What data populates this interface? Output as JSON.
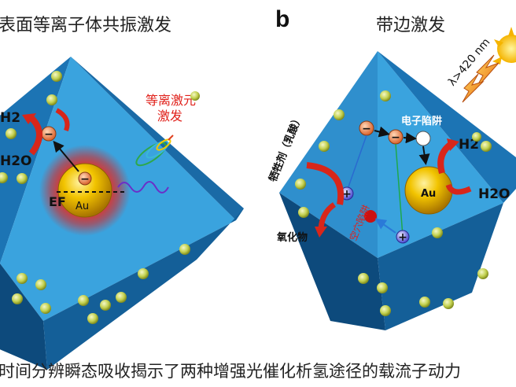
{
  "panel_a": {
    "title": "表面等离子体共振激发",
    "wave_label_line1": "等离激元",
    "wave_label_line2": "激发",
    "h2": "H2",
    "h2o": "H2O",
    "ef": "EF",
    "au": "Au",
    "electron_sign": "−"
  },
  "panel_b": {
    "letter": "b",
    "title": "带边激发",
    "wavelength": "λ>420 nm",
    "electron_trap": "电子陷阱",
    "h2": "H2",
    "h2o": "H2O",
    "au": "Au",
    "sacrificial": "牺牲剂（乳酸）",
    "oxide": "氧化物",
    "hole_trap": "空穴陷阱",
    "hole_sign": "+",
    "electron_sign": "−"
  },
  "caption": "时间分辨瞬态吸收揭示了两种增强光催化析氢途径的载流子动力",
  "colors": {
    "crystal_face_light": "#2f8fcd",
    "crystal_face_dark": "#0f5589",
    "au_gold": "#e8b400",
    "glow_red": "#e0201a",
    "electron_orange": "#e9733d",
    "arrow_red": "#d8261a",
    "particle_green": "#c6d35a"
  }
}
